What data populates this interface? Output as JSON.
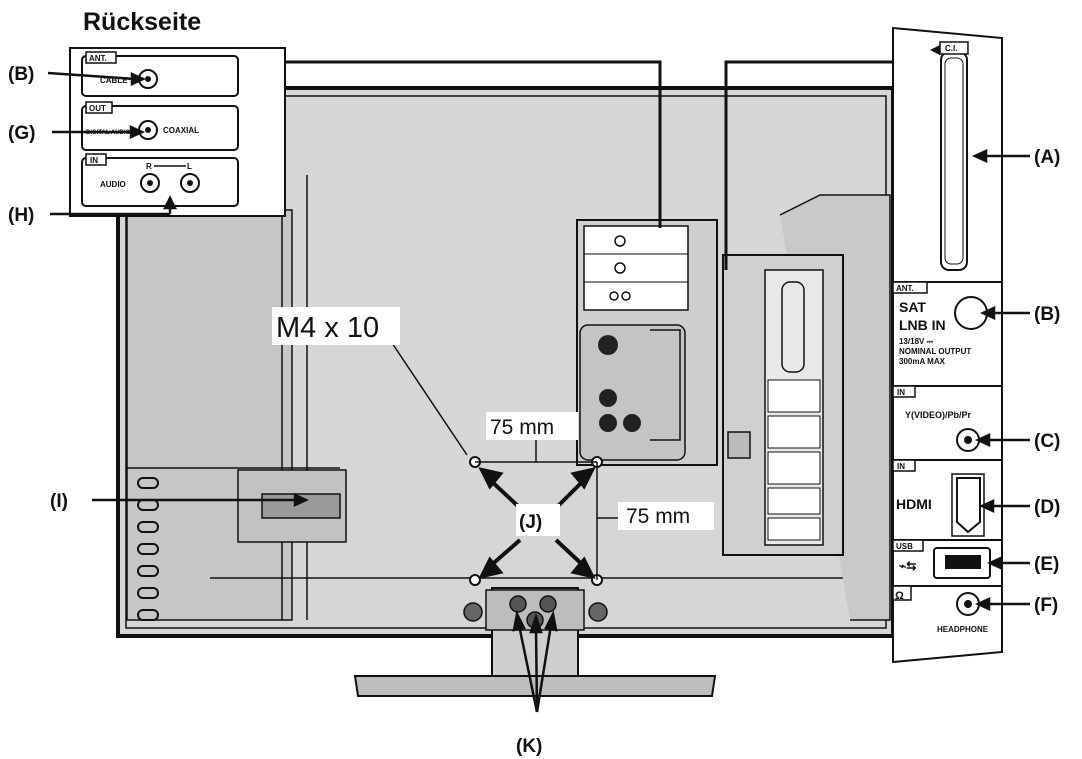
{
  "title": "Rückseite",
  "screw": "M4 x 10",
  "dim_h": "75 mm",
  "dim_v": "75 mm",
  "callouts": {
    "A": "(A)",
    "B_top": "(B)",
    "B_right": "(B)",
    "C": "(C)",
    "D": "(D)",
    "E": "(E)",
    "F": "(F)",
    "G": "(G)",
    "H": "(H)",
    "I": "(I)",
    "J": "(J)",
    "K": "(K)"
  },
  "left_panel": {
    "ant_tag": "ANT.",
    "cable": "CABLE",
    "out_tag": "OUT",
    "digital_audio": "DIGITAL AUDIO",
    "coaxial": "COAXIAL",
    "in_tag": "IN",
    "r": "R",
    "l": "L",
    "audio": "AUDIO"
  },
  "right_panel": {
    "ci": "C.I.",
    "ant_tag": "ANT.",
    "sat": "SAT",
    "lnb_in": "LNB IN",
    "output_line1": "13/18V ⎓",
    "output_line2": "NOMINAL OUTPUT",
    "output_line3": "300mA MAX",
    "in_tag1": "IN",
    "component": "Y(VIDEO)/Pb/Pr",
    "in_tag2": "IN",
    "hdmi": "HDMI",
    "usb_tag": "USB",
    "headphone": "HEADPHONE"
  },
  "colors": {
    "tv_back": "#d6d6d6",
    "panel": "#ffffff",
    "ink": "#111111",
    "shade": "#bdbdbd"
  }
}
